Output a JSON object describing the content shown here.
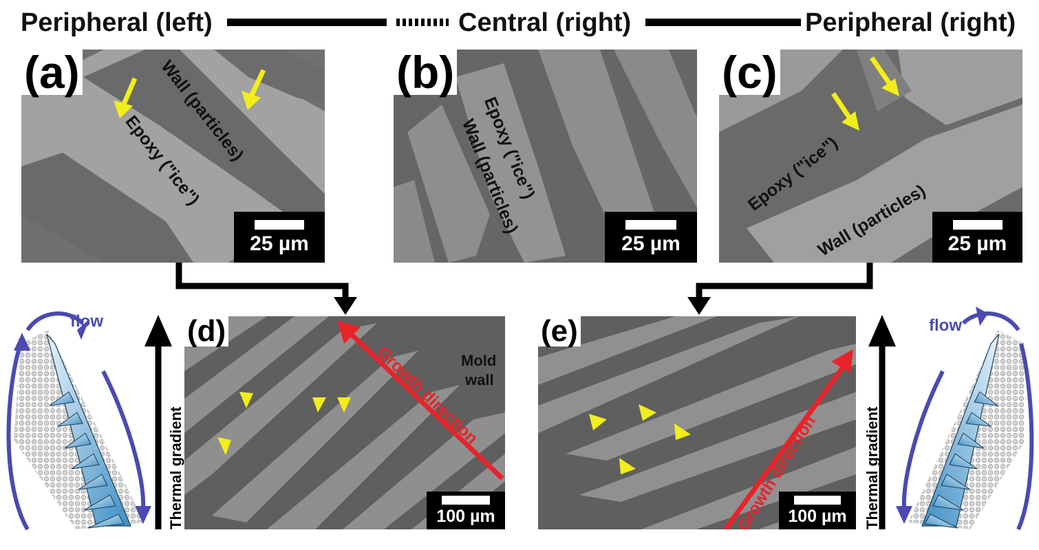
{
  "header": {
    "left": "Peripheral (left)",
    "center": "Central (right)",
    "right": "Peripheral (right)"
  },
  "panels": {
    "a": {
      "label": "(a)",
      "wall": "Wall (particles)",
      "epoxy": "Epoxy (\"ice\")",
      "scale": "25 µm"
    },
    "b": {
      "label": "(b)",
      "wall": "Wall (particles)",
      "epoxy": "Epoxy (\"ice\")",
      "scale": "25 µm"
    },
    "c": {
      "label": "(c)",
      "wall": "Wall (particles)",
      "epoxy": "Epoxy (\"ice\")",
      "scale": "25 µm"
    },
    "d": {
      "label": "(d)",
      "growth": "Growth direction",
      "mold_line1": "Mold",
      "mold_line2": "wall",
      "scale": "100 µm"
    },
    "e": {
      "label": "(e)",
      "growth": "Growth direction",
      "scale": "100 µm"
    }
  },
  "side": {
    "flow_left": "flow",
    "flow_right": "flow",
    "thermal_left": "Thermal gradient",
    "thermal_right": "Thermal gradient"
  },
  "colors": {
    "arrow_yellow": "#f2ee1a",
    "growth_red": "#e8232a",
    "flow_blue": "#4a4ab0",
    "sem_dark": "#5f5f5f",
    "sem_light": "#9a9a9a"
  }
}
